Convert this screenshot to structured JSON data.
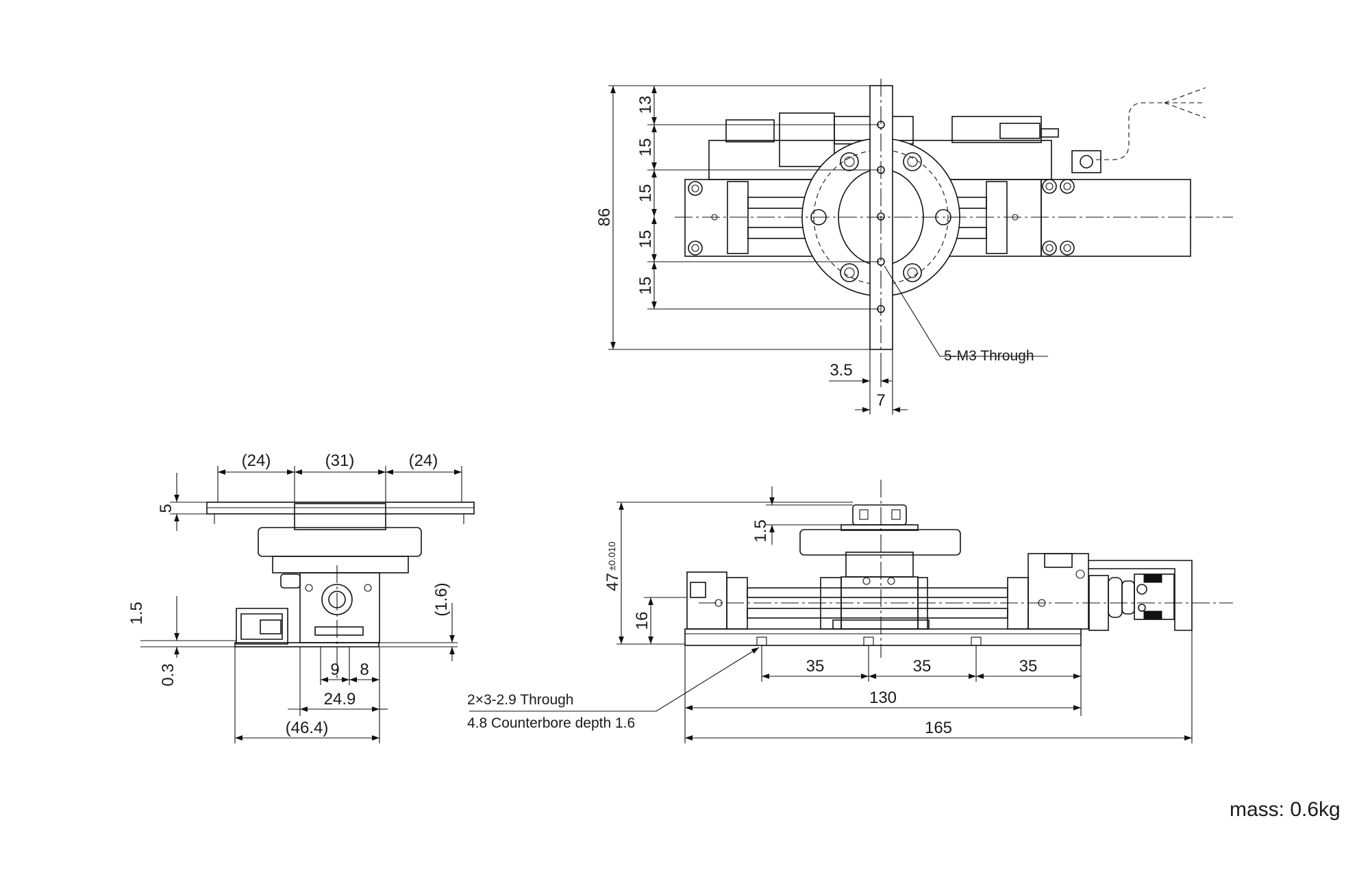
{
  "top_view": {
    "dims": {
      "d13": "13",
      "d15a": "15",
      "d15b": "15",
      "d15c": "15",
      "d15d": "15",
      "d86": "86",
      "d3_5": "3.5",
      "d7": "7"
    },
    "callout_holes": "5-M3 Through"
  },
  "left_view": {
    "dims": {
      "d24_left": "(24)",
      "d31": "(31)",
      "d24_right": "(24)",
      "d5": "5",
      "d1_5": "1.5",
      "d0_3": "0.3",
      "d1_6": "(1.6)",
      "d9": "9",
      "d8": "8",
      "d24_9": "24.9",
      "d46_4": "(46.4)"
    }
  },
  "front_view": {
    "dims": {
      "d47": "47",
      "d47_tol": "±0.010",
      "d16": "16",
      "d1_5": "1.5",
      "d35a": "35",
      "d35b": "35",
      "d35c": "35",
      "d130": "130",
      "d165": "165"
    },
    "callout_line1": "2×3-2.9 Through",
    "callout_line2": "4.8 Counterbore depth 1.6"
  },
  "mass_label": "mass: 0.6kg"
}
